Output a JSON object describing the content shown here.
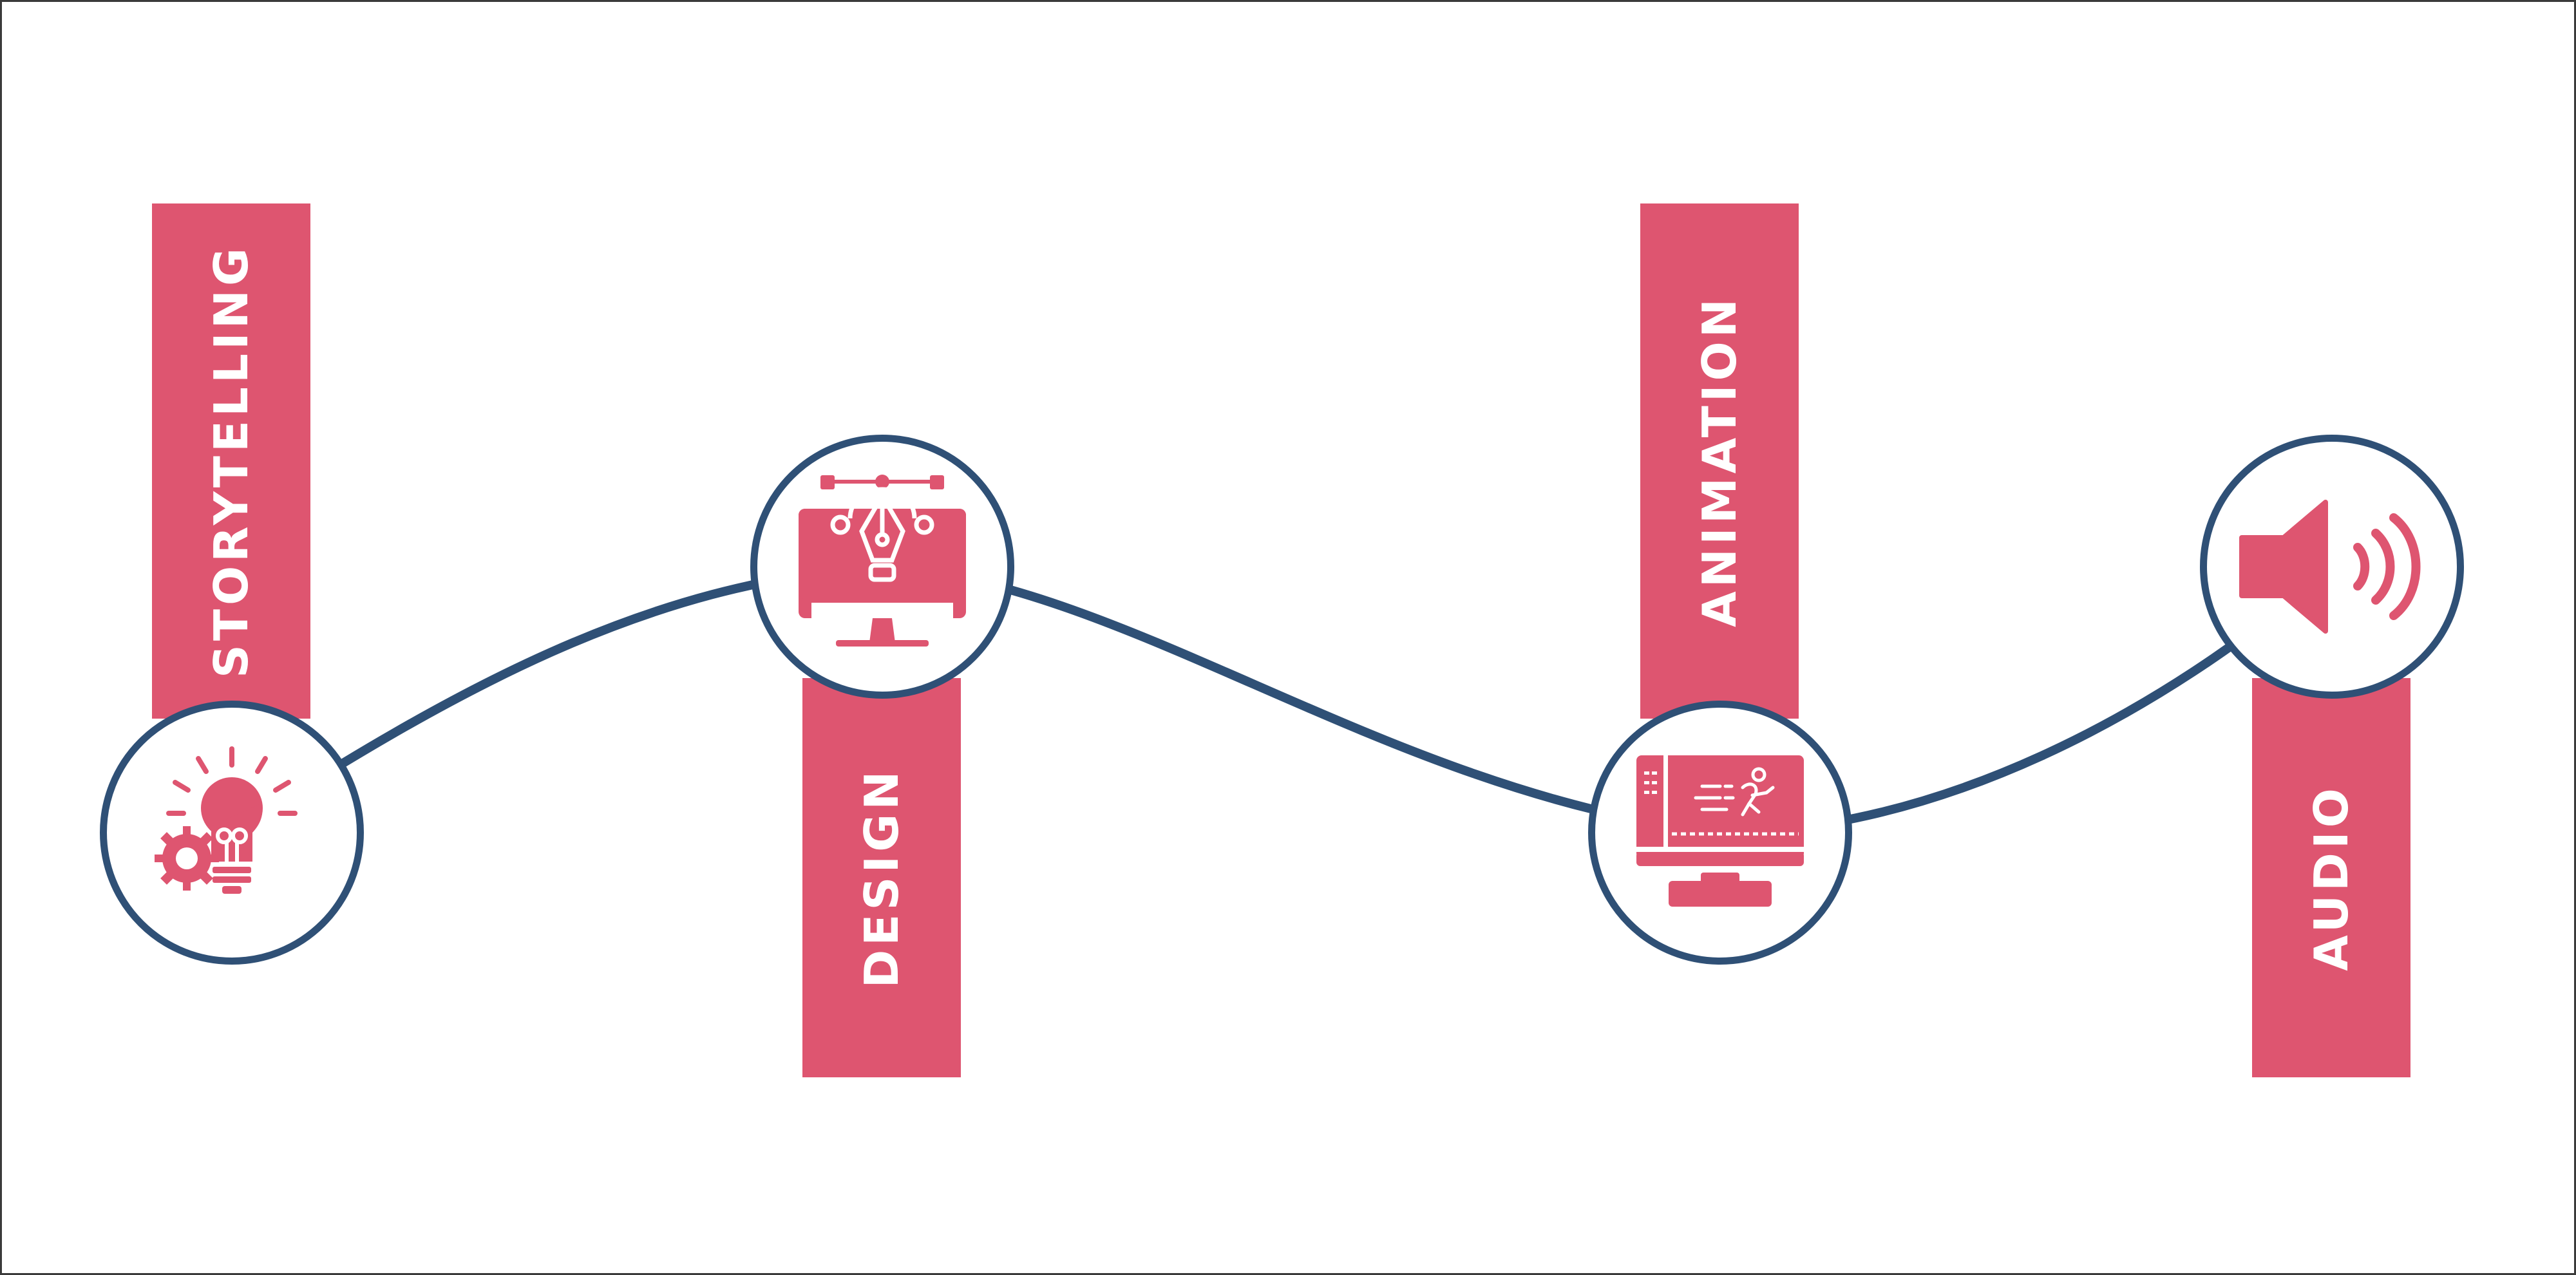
{
  "diagram": {
    "steps": [
      {
        "label": "STORYTELLING",
        "icon": "lightbulb-gear-icon"
      },
      {
        "label": "DESIGN",
        "icon": "pen-tool-monitor-icon"
      },
      {
        "label": "ANIMATION",
        "icon": "animation-monitor-icon"
      },
      {
        "label": "AUDIO",
        "icon": "speaker-icon"
      }
    ],
    "colors": {
      "bar": "#de5570",
      "line": "#2f5076",
      "icon": "#de5570",
      "label": "#ffffff"
    }
  }
}
